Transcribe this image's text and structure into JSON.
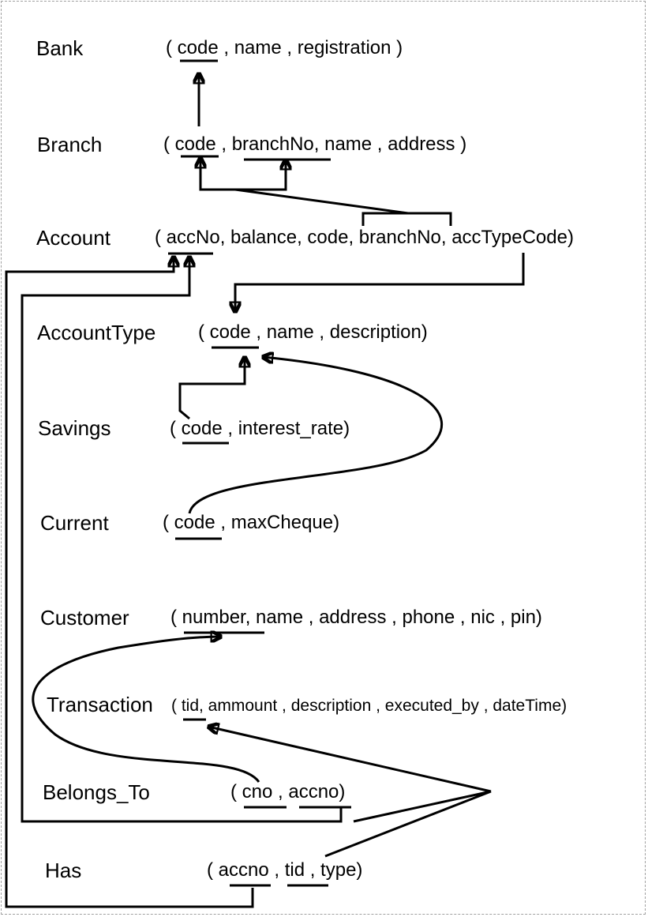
{
  "tables": [
    {
      "name": "Bank",
      "attrs": "( code , name , registration )"
    },
    {
      "name": "Branch",
      "attrs": "( code , branchNo, name , address )"
    },
    {
      "name": "Account",
      "attrs": "( accNo, balance, code, branchNo, accTypeCode)"
    },
    {
      "name": "AccountType",
      "attrs": "( code , name , description)"
    },
    {
      "name": "Savings",
      "attrs": "( code , interest_rate)"
    },
    {
      "name": "Current",
      "attrs": "( code , maxCheque)"
    },
    {
      "name": "Customer",
      "attrs": "( number, name , address , phone , nic , pin)"
    },
    {
      "name": "Transaction",
      "attrs": "( tid, ammount , description , executed_by , dateTime)"
    },
    {
      "name": "Belongs_To",
      "attrs": "( cno , accno)"
    },
    {
      "name": "Has",
      "attrs": "( accno , tid , type)"
    }
  ]
}
